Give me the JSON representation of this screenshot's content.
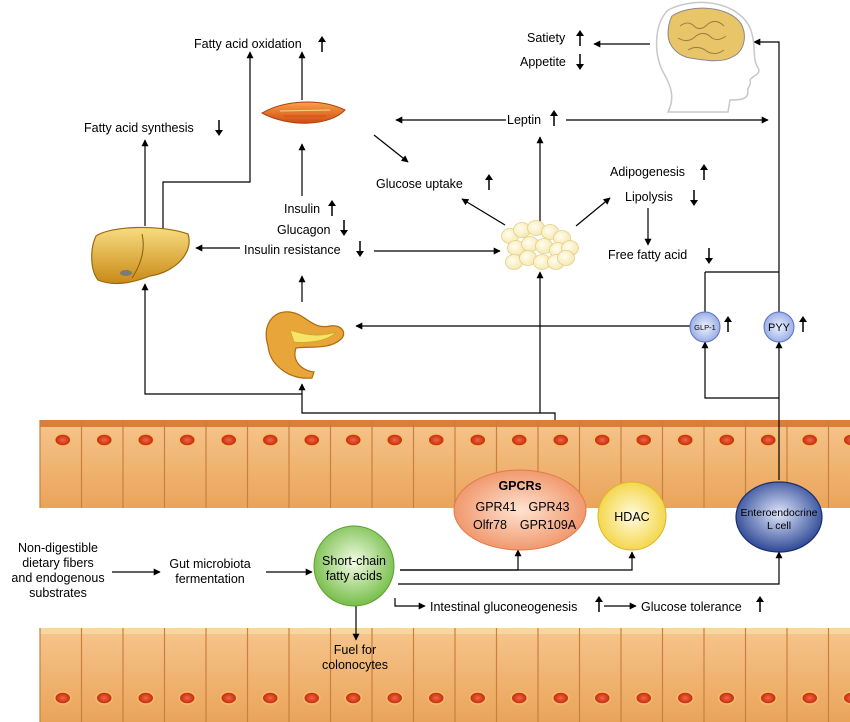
{
  "labels": {
    "satiety": "Satiety",
    "appetite": "Appetite",
    "fatty_acid_oxidation": "Fatty acid oxidation",
    "fatty_acid_synthesis": "Fatty acid synthesis",
    "leptin": "Leptin",
    "glucose_uptake": "Glucose uptake",
    "adipogenesis": "Adipogenesis",
    "lipolysis": "Lipolysis",
    "free_fatty_acid": "Free fatty acid",
    "insulin": "Insulin",
    "glucagon": "Glucagon",
    "insulin_resistance": "Insulin resistance",
    "glp1": "GLP-1",
    "pyy": "PYY",
    "gpcrs_title": "GPCRs",
    "gpr41": "GPR41",
    "gpr43": "GPR43",
    "olfr78": "Olfr78",
    "gpr109a": "GPR109A",
    "hdac": "HDAC",
    "enteroendocrine_line1": "Enteroendocrine",
    "enteroendocrine_line2": "L cell",
    "fibers_line1": "Non-digestible",
    "fibers_line2": "dietary fibers",
    "fibers_line3": "and endogenous",
    "fibers_line4": "substrates",
    "fermentation_line1": "Gut microbiota",
    "fermentation_line2": "fermentation",
    "scfa_line1": "Short-chain",
    "scfa_line2": "fatty acids",
    "intestinal_gluconeogenesis": "Intestinal gluconeogenesis",
    "glucose_tolerance": "Glucose tolerance",
    "fuel_line1": "Fuel for",
    "fuel_line2": "colonocytes"
  },
  "trends": {
    "satiety": "up",
    "appetite": "down",
    "fatty_acid_oxidation": "up",
    "fatty_acid_synthesis": "down",
    "leptin": "up",
    "glucose_uptake": "up",
    "adipogenesis": "up",
    "lipolysis": "down",
    "free_fatty_acid": "down",
    "insulin": "up",
    "glucagon": "down",
    "insulin_resistance": "down",
    "glp1": "up",
    "pyy": "up",
    "intestinal_gluconeogenesis": "up",
    "glucose_tolerance": "up"
  },
  "colors": {
    "epithelium_fill": "#f0b466",
    "epithelium_top": "#dc7d3a",
    "nucleus": "#d42a1e",
    "gpcr_fill": "#f2a07a",
    "hdac_fill": "#f7df5c",
    "lcell_fill": "#2f4aa0",
    "scfa_fill": "#8fcd5a",
    "hormone_dot": "#b9c9ee"
  }
}
